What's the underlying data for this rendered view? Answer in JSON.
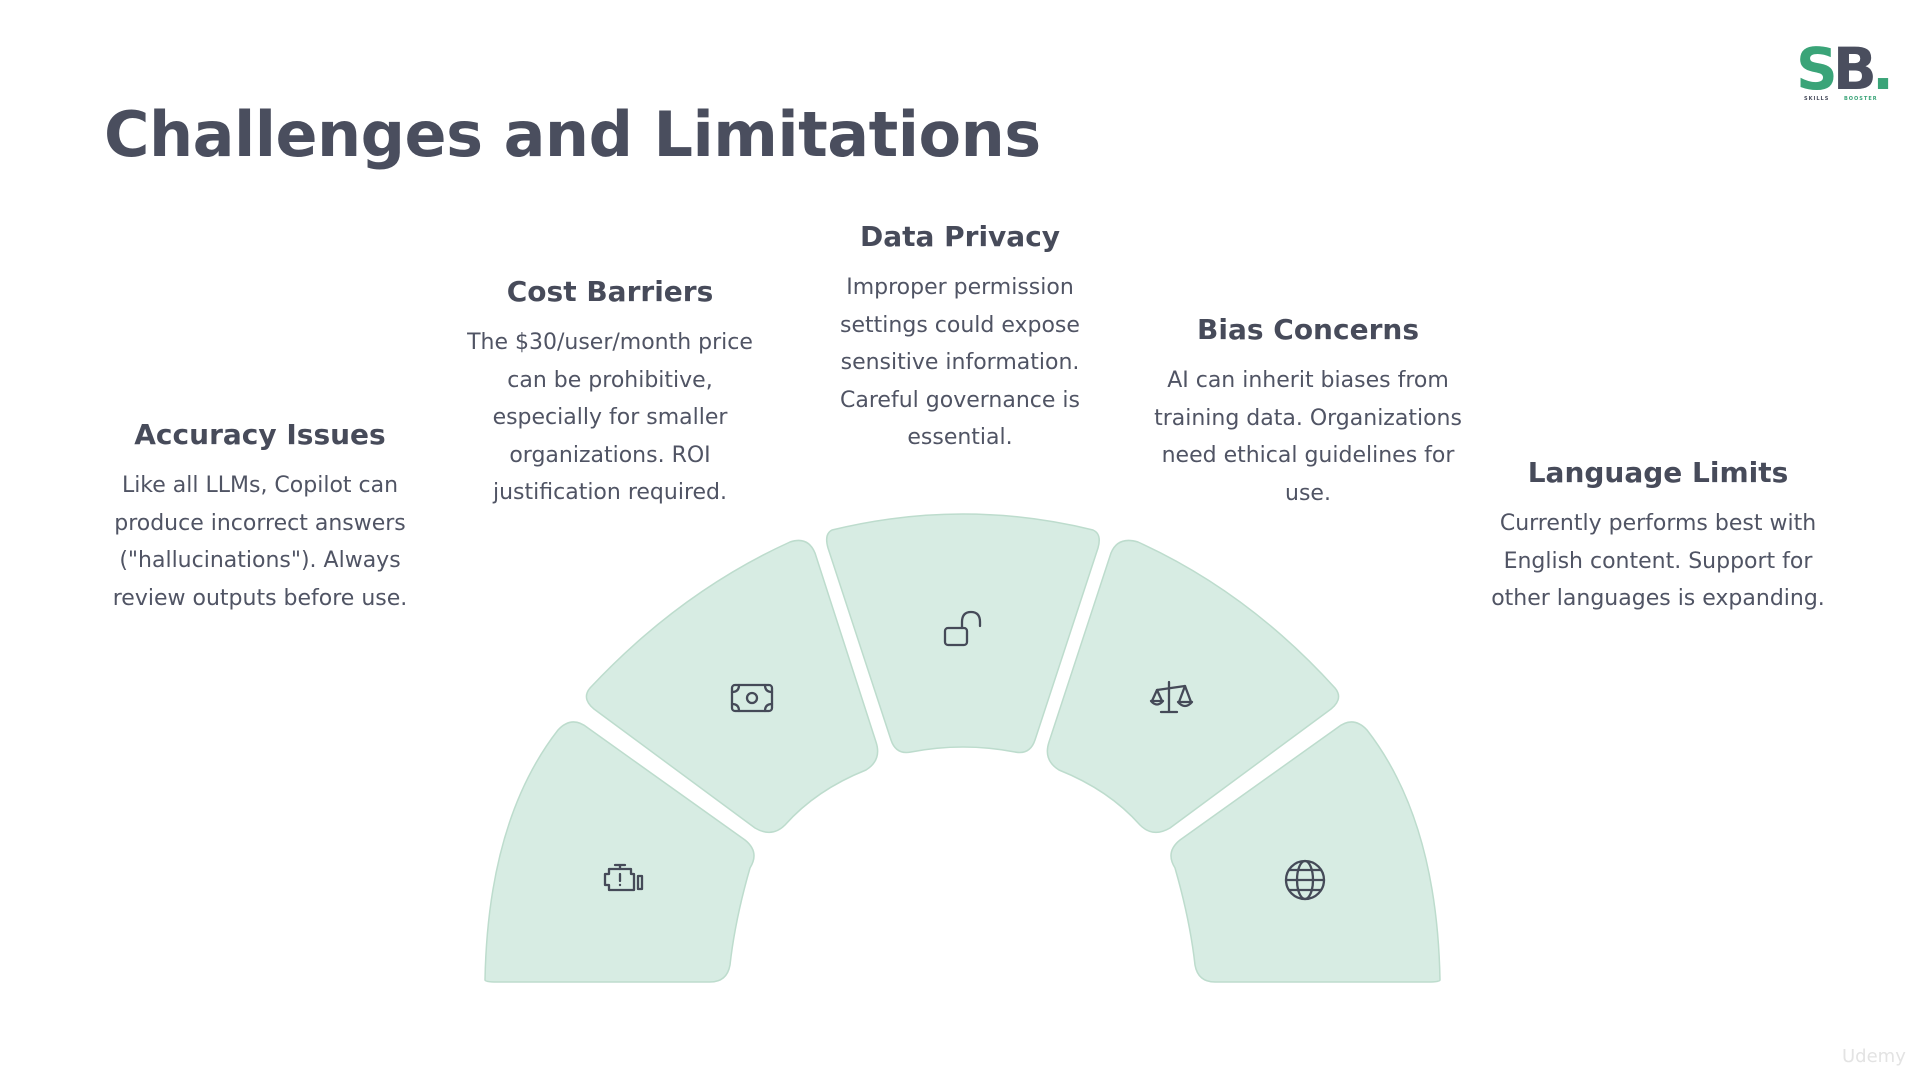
{
  "slide": {
    "title": "Challenges and Limitations"
  },
  "logo": {
    "s": "S",
    "b": "B",
    "dot": ".",
    "left_sub": "SKILLS",
    "right_sub": "BOOSTER",
    "colors": {
      "green": "#3aa478",
      "slate": "#4a4e5e"
    }
  },
  "items": [
    {
      "title": "Accuracy Issues",
      "description": "Like all LLMs, Copilot can produce incorrect answers (\"hallucinations\"). Always review outputs before use.",
      "icon": "engine-warning-icon"
    },
    {
      "title": "Cost Barriers",
      "description": "The $30/user/month price can be prohibitive, especially for smaller organizations. ROI justification required.",
      "icon": "money-bill-icon"
    },
    {
      "title": "Data Privacy",
      "description": "Improper permission settings could expose sensitive information. Careful governance is essential.",
      "icon": "unlock-icon"
    },
    {
      "title": "Bias Concerns",
      "description": "AI can inherit biases from training data. Organizations need ethical guidelines for use.",
      "icon": "balance-scale-icon"
    },
    {
      "title": "Language Limits",
      "description": "Currently performs best with English content. Support for other languages is expanding.",
      "icon": "globe-icon"
    }
  ],
  "colors": {
    "segment_fill": "#d7ece3",
    "segment_stroke": "#bddccd",
    "text": "#4a4e5e"
  },
  "watermark": "Udemy"
}
